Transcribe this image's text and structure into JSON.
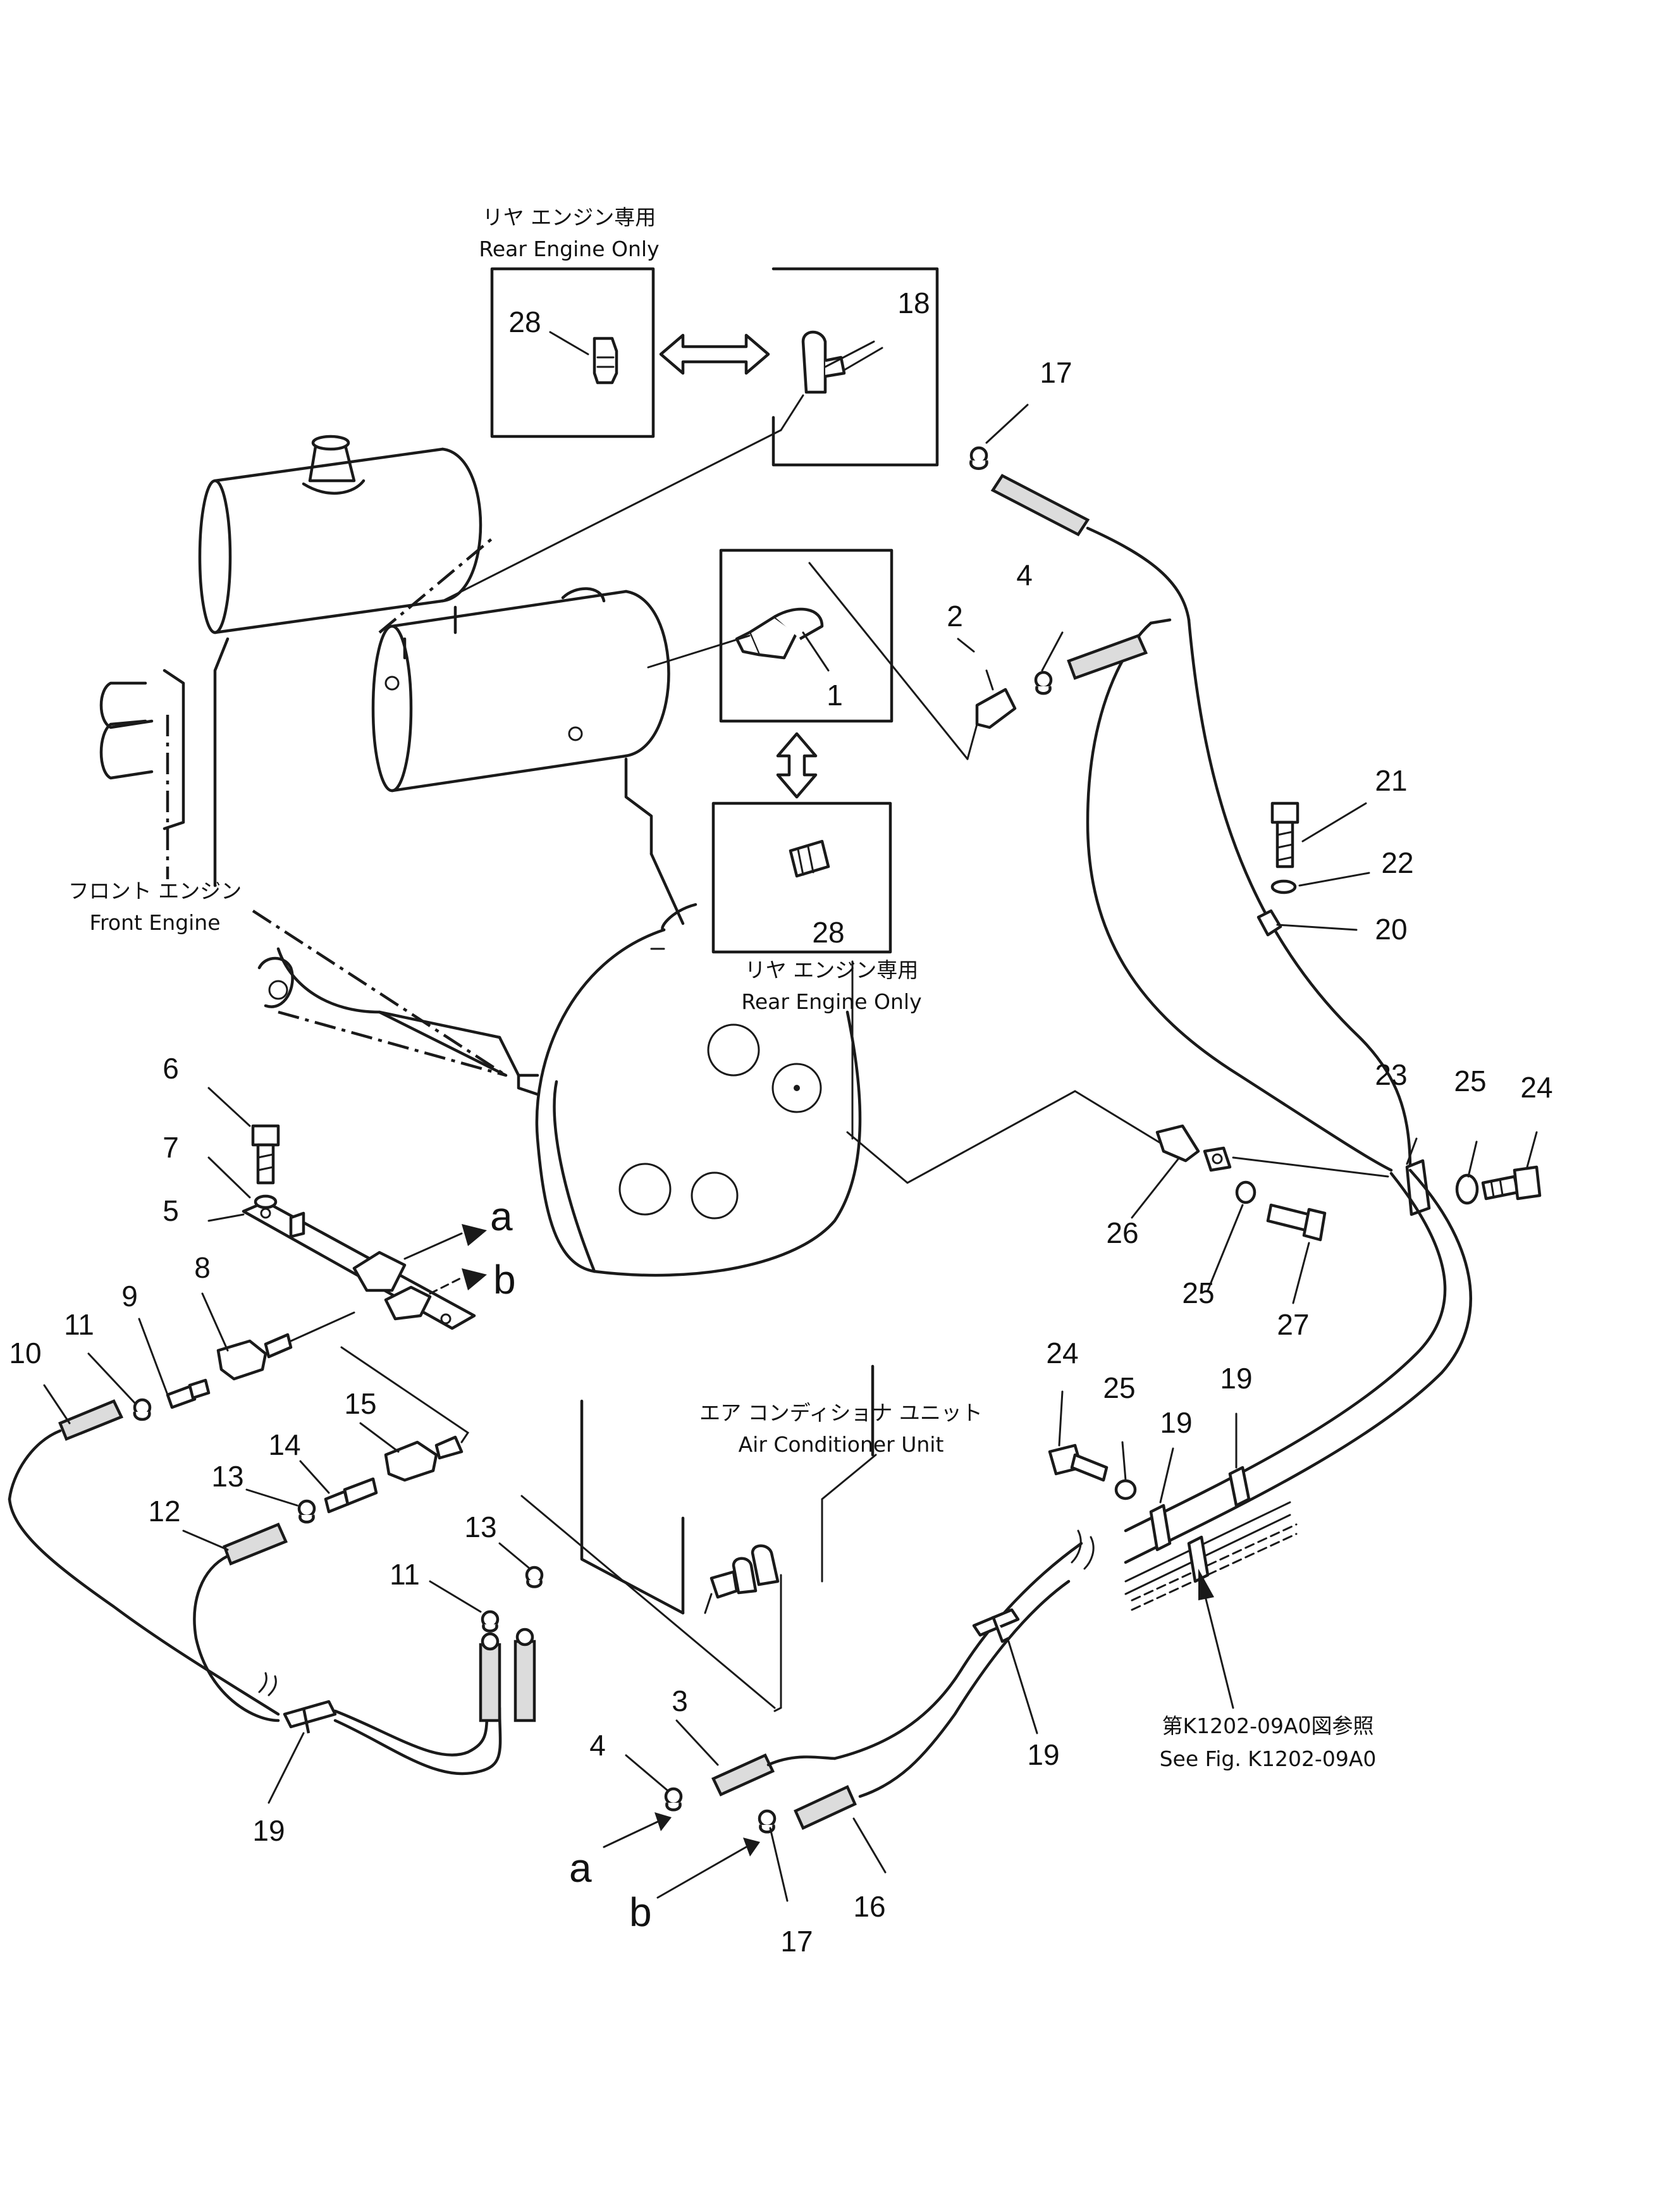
{
  "notes": {
    "rear_only_jp": "リヤ エンジン専用",
    "rear_only_en": "Rear Engine Only",
    "front_engine_jp": "フロント エンジン",
    "front_engine_en": "Front Engine",
    "aircon_jp": "エア コンディショナ ユニット",
    "aircon_en": "Air Conditioner Unit",
    "see_fig_jp": "第K1202-09A0図参照",
    "see_fig_en": "See Fig. K1202-09A0"
  },
  "arrow_letters": {
    "a": "a",
    "b": "b"
  },
  "callouts": {
    "n1": "1",
    "n2": "2",
    "n3": "3",
    "n4a": "4",
    "n4b": "4",
    "n5": "5",
    "n6": "6",
    "n7": "7",
    "n8": "8",
    "n9": "9",
    "n10": "10",
    "n11a": "11",
    "n11b": "11",
    "n12": "12",
    "n13a": "13",
    "n13b": "13",
    "n14": "14",
    "n15": "15",
    "n16": "16",
    "n17a": "17",
    "n17b": "17",
    "n18": "18",
    "n19a": "19",
    "n19b": "19",
    "n19c": "19",
    "n19d": "19",
    "n20": "20",
    "n21": "21",
    "n22": "22",
    "n23": "23",
    "n24a": "24",
    "n24b": "24",
    "n25a": "25",
    "n25b": "25",
    "n25c": "25",
    "n26": "26",
    "n27": "27",
    "n28a": "28",
    "n28b": "28"
  }
}
